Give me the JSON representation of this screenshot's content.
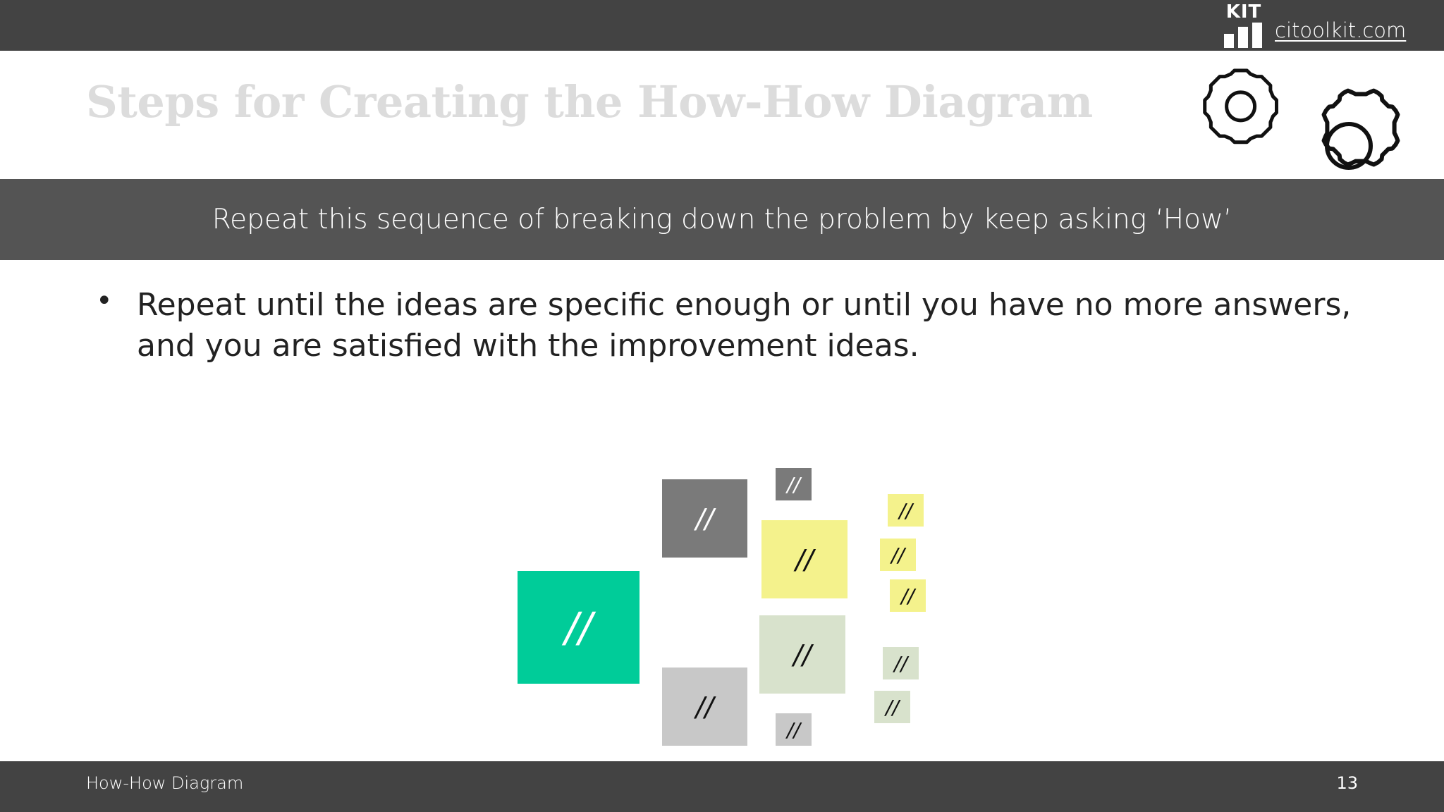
{
  "header": {
    "logo_text": "KIT",
    "site_link": "citoolkit.com"
  },
  "slide": {
    "title": "Steps for Creating the How-How Diagram",
    "banner": "Repeat this sequence of breaking down the problem by keep asking ‘How’",
    "bullets": [
      {
        "lines": [
          "Repeat until the ideas are specific enough or until you have no more answers,",
          "and you are satisfied with the improvement ideas."
        ]
      }
    ]
  },
  "diagram": {
    "placeholder": "//",
    "colors": {
      "root": "#00cc99",
      "dark_gray": "#7a7a7a",
      "light_gray": "#c8c8c8",
      "yellow": "#f4f28c",
      "sage": "#d8e2cc"
    }
  },
  "footer": {
    "title": "How-How Diagram",
    "page_number": "13"
  }
}
